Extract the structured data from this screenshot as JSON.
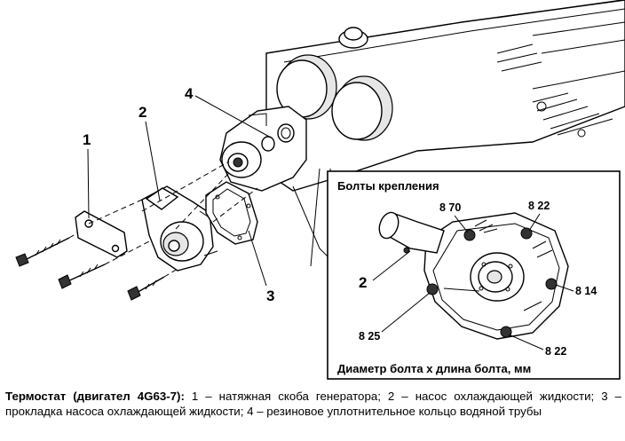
{
  "callouts": {
    "n1": "1",
    "n2": "2",
    "n3": "3",
    "n4": "4"
  },
  "inset": {
    "title": "Болты крепления",
    "part_label": "2",
    "bolt_8_70": "8 70",
    "bolt_8_22_top": "8 22",
    "bolt_8_14": "8 14",
    "bolt_8_25": "8 25",
    "bolt_8_22_bottom": "8 22",
    "footer": "Диаметр болта х длина болта, мм"
  },
  "caption": {
    "title": "Термостат (двигател 4G63-7):",
    "text": " 1 – натяжная скоба генератора; 2 – насос охлаждающей жидкости; 3 – прокладка насоса охлаждающей жидкости; 4 – резиновое уплотнительное кольцо водяной трубы"
  }
}
